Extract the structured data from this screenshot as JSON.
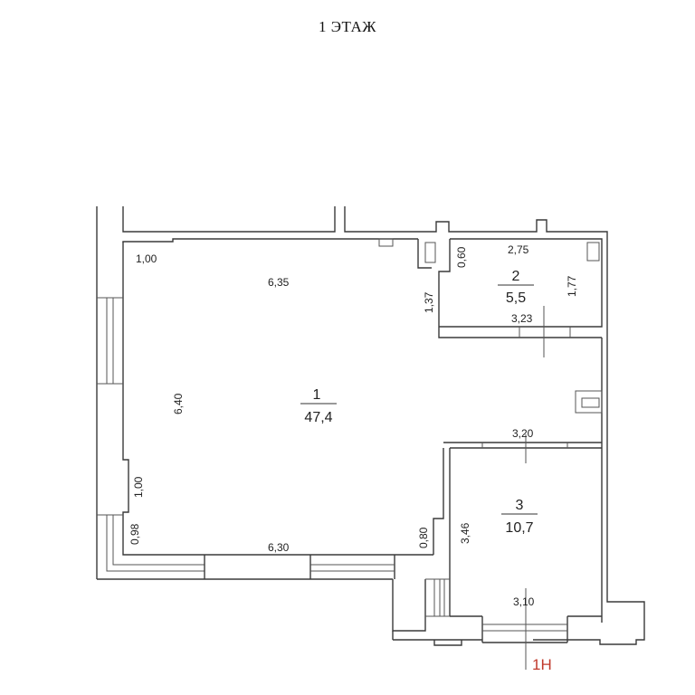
{
  "title": "1 ЭТАЖ",
  "colors": {
    "wall": "#3a3a3a",
    "text": "#222222",
    "unit_label": "#c0392b",
    "background": "#ffffff"
  },
  "rooms": [
    {
      "number": "1",
      "area": "47,4"
    },
    {
      "number": "2",
      "area": "5,5"
    },
    {
      "number": "3",
      "area": "10,7"
    }
  ],
  "dimensions": {
    "room1_top_left": "1,00",
    "room1_top": "6,35",
    "room1_left": "6,40",
    "room1_left_niche": "1,00",
    "room1_bottom_left": "0,98",
    "room1_bottom": "6,30",
    "room1_bottom_right": "0,80",
    "room1_right_upper": "1,37",
    "room2_left": "0,60",
    "room2_top": "2,75",
    "room2_right": "1,77",
    "room2_bottom": "3,23",
    "corridor_bottom": "3,20",
    "room3_left": "3,46",
    "room3_bottom": "3,10"
  },
  "unit_label": "1Н"
}
